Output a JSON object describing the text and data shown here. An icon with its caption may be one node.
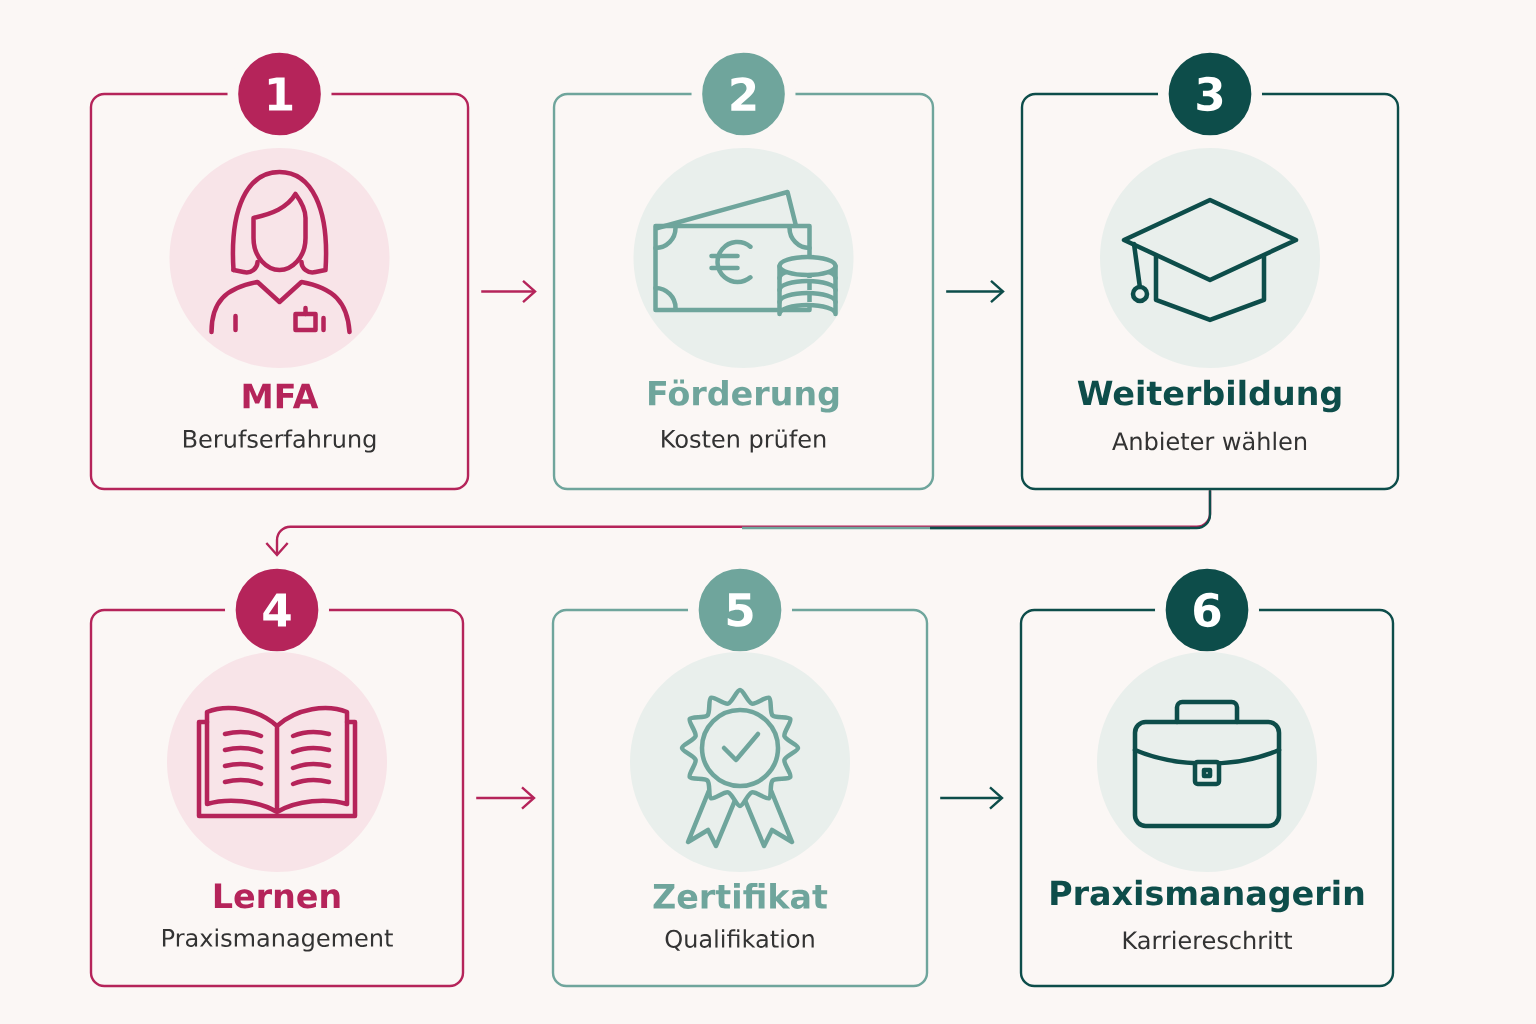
{
  "diagram": {
    "nodes": [
      {
        "text": [
          "1",
          "MFA",
          "Berufserfahrung"
        ]
      },
      {
        "text": [
          "2",
          "Förderung",
          "Kosten prüfen"
        ]
      },
      {
        "text": [
          "3",
          "Weiterbildung",
          "Anbieter wählen"
        ]
      },
      {
        "text": [
          "4",
          "Lernen",
          "Praxismanagement"
        ]
      },
      {
        "text": [
          "5",
          "Zertifikat",
          "Qualifikation"
        ]
      },
      {
        "text": [
          "6",
          "Praxismanagerin",
          "Karriereschritt"
        ]
      }
    ],
    "edges": [
      {
        "from": 0,
        "to": 1,
        "arrow": "to"
      },
      {
        "from": 1,
        "to": 2,
        "arrow": "to",
        "color": "#0d4d4a"
      },
      {
        "from": 2,
        "to": 3,
        "arrow": "to"
      },
      {
        "from": 3,
        "to": 4,
        "arrow": "to"
      },
      {
        "from": 4,
        "to": 5,
        "arrow": "to",
        "color": "#0d4d4a"
      }
    ]
  }
}
